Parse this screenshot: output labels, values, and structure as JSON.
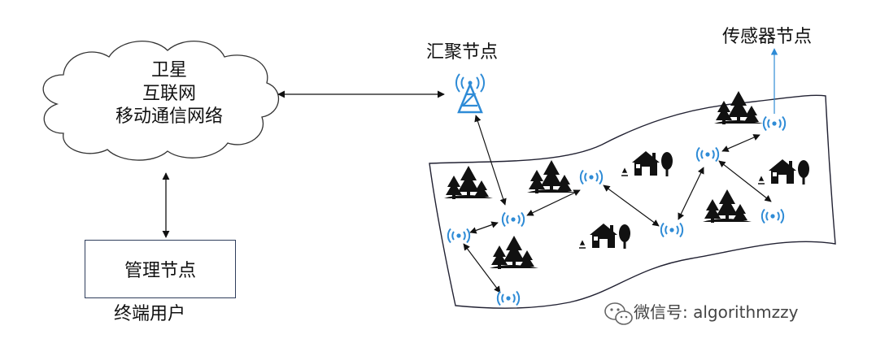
{
  "cloud": {
    "line1": "卫星",
    "line2": "互联网",
    "line3": "移动通信网络"
  },
  "sink_label": "汇聚节点",
  "sensor_label": "传感器节点",
  "management_box": "管理节点",
  "end_user_label": "终端用户",
  "watermark": "微信号: algorithmzzy",
  "colors": {
    "signal": "#2e8bd6",
    "line": "#111111",
    "box_border": "#2f3e5c"
  },
  "icons": [
    "cloud-shape",
    "antenna-tower-icon",
    "wifi-signal-icon",
    "tree-cluster-icon",
    "house-icon",
    "wechat-icon"
  ]
}
